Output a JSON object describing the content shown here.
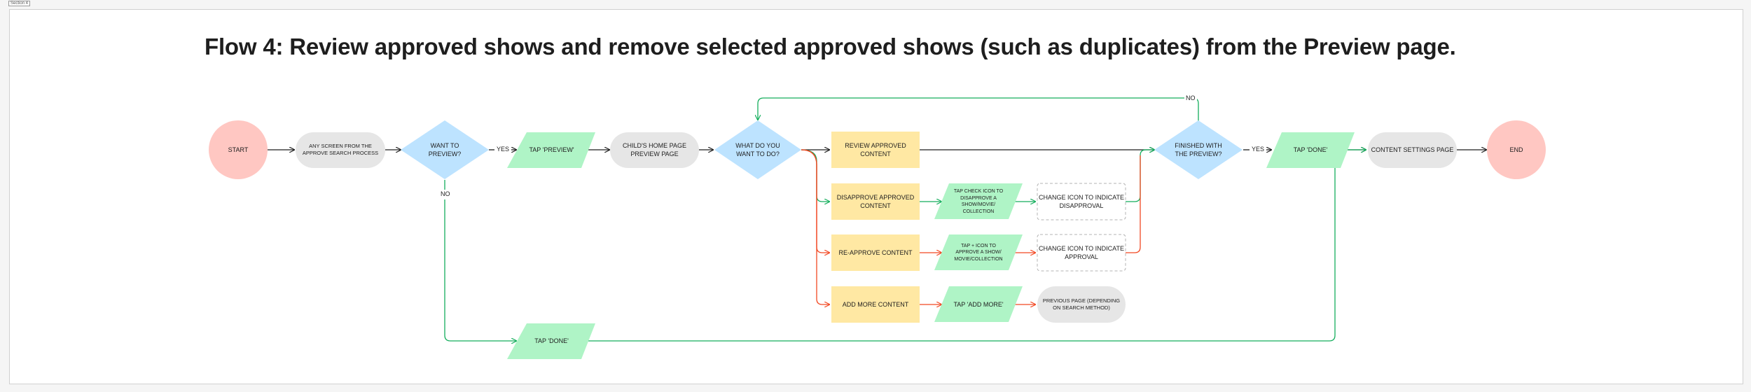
{
  "frame": {
    "label": "Section 4"
  },
  "title": "Flow 4: Review approved shows and remove selected approved shows (such as duplicates) from the Preview page.",
  "colors": {
    "terminal": "#ffc7c2",
    "decision": "#bde3ff",
    "process": "#e6e6e6",
    "action": "#ffe8a3",
    "input": "#aff4c6",
    "stroke_default": "#1e1e1e",
    "stroke_green": "#14ae5c",
    "stroke_red": "#f24822",
    "dashed": "#b3b3b3"
  },
  "nodes": {
    "start": "START",
    "any_screen": "ANY SCREEN FROM THE\nAPPROVE SEARCH PROCESS",
    "want_preview": "WANT TO\nPREVIEW?",
    "tap_preview": "TAP 'PREVIEW'",
    "childs_home": "CHILD'S HOME PAGE\nPREVIEW PAGE",
    "what_do": "WHAT DO YOU\nWANT TO DO?",
    "review_approved": "REVIEW APPROVED\nCONTENT",
    "disapprove": "DISAPPROVE APPROVED\nCONTENT",
    "tap_check": "TAP CHECK ICON TO\nDISAPPROVE A\nSHOW/MOVIE/\nCOLLECTION",
    "change_disapproval": "CHANGE ICON TO INDICATE\nDISAPPROVAL",
    "reapprove": "RE-APPROVE CONTENT",
    "tap_plus": "TAP + ICON TO\nAPPROVE A SHOW/\nMOVIE/COLLECTION",
    "change_approval": "CHANGE ICON TO INDICATE\nAPPROVAL",
    "add_more": "ADD MORE CONTENT",
    "tap_add_more": "TAP 'ADD MORE'",
    "previous_page": "PREVIOUS PAGE (DEPENDING\nON SEARCH METHOD)",
    "finished": "FINISHED WITH\nTHE PREVIEW?",
    "tap_done_top": "TAP 'DONE'",
    "content_settings": "CONTENT SETTINGS PAGE",
    "end": "END",
    "tap_done_bottom": "TAP 'DONE'"
  },
  "edge_labels": {
    "yes_preview": "YES",
    "no_preview": "NO",
    "no_finished": "NO",
    "yes_finished": "YES"
  }
}
